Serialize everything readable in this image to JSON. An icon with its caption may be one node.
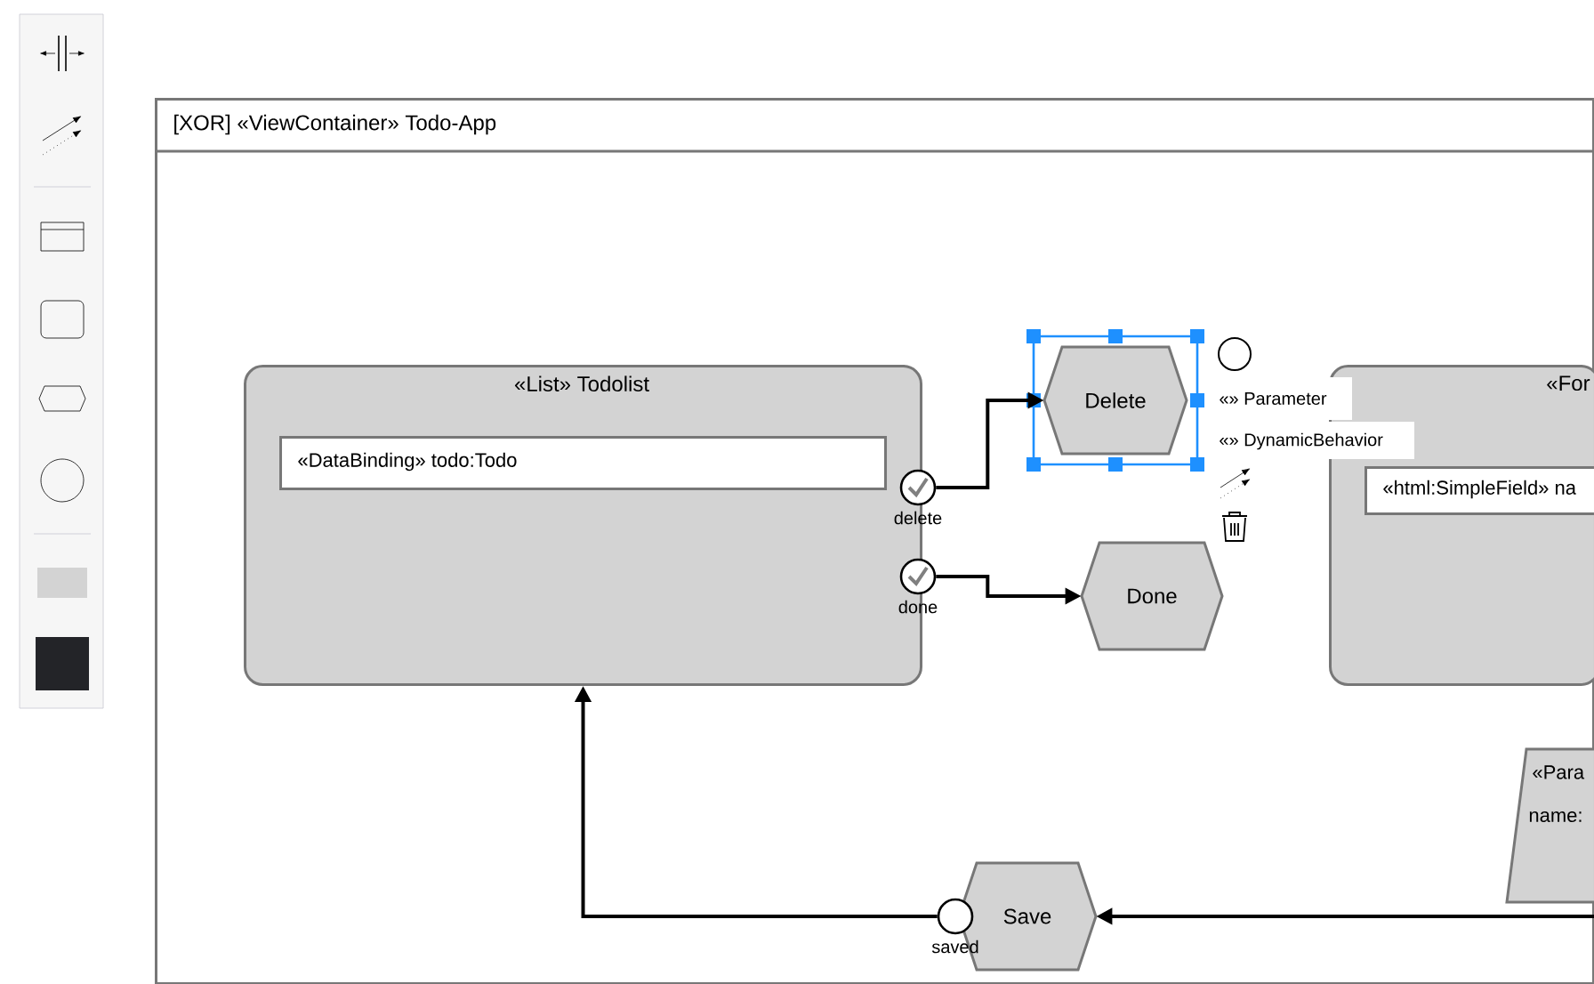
{
  "diagram": {
    "nodes": [
      {
        "text": [
          "[XOR] «ViewContainer» Todo-App"
        ]
      },
      {
        "text": [
          "«List» Todolist"
        ],
        "in": 0
      },
      {
        "text": [
          "«DataBinding» todo:Todo"
        ],
        "in": 1
      },
      {
        "text": [],
        "shape": "circle",
        "beside": [
          "delete"
        ],
        "in": 0
      },
      {
        "text": [],
        "shape": "circle",
        "beside": [
          "done"
        ],
        "in": 0
      },
      {
        "text": [
          "Delete"
        ],
        "in": 0
      },
      {
        "text": [
          "Done"
        ],
        "in": 0
      },
      {
        "text": [
          "«For"
        ],
        "in": 0
      },
      {
        "text": [
          "«html:SimpleField» na"
        ],
        "in": 7
      },
      {
        "text": [
          "«Para",
          "name:"
        ],
        "in": 0
      },
      {
        "text": [
          "Save"
        ],
        "in": 0
      },
      {
        "text": [],
        "shape": "circle",
        "beside": [
          "saved"
        ],
        "in": 0
      }
    ],
    "edges": [
      {
        "from": 3,
        "to": 5,
        "arrow": "to"
      },
      {
        "from": 4,
        "to": 6,
        "arrow": "to"
      },
      {
        "from": 11,
        "to": 1,
        "arrow": "to"
      },
      {
        "from": null,
        "to": 10,
        "arrow": "to"
      }
    ],
    "labels": [
      "«» Parameter",
      "«» DynamicBehavior"
    ]
  }
}
